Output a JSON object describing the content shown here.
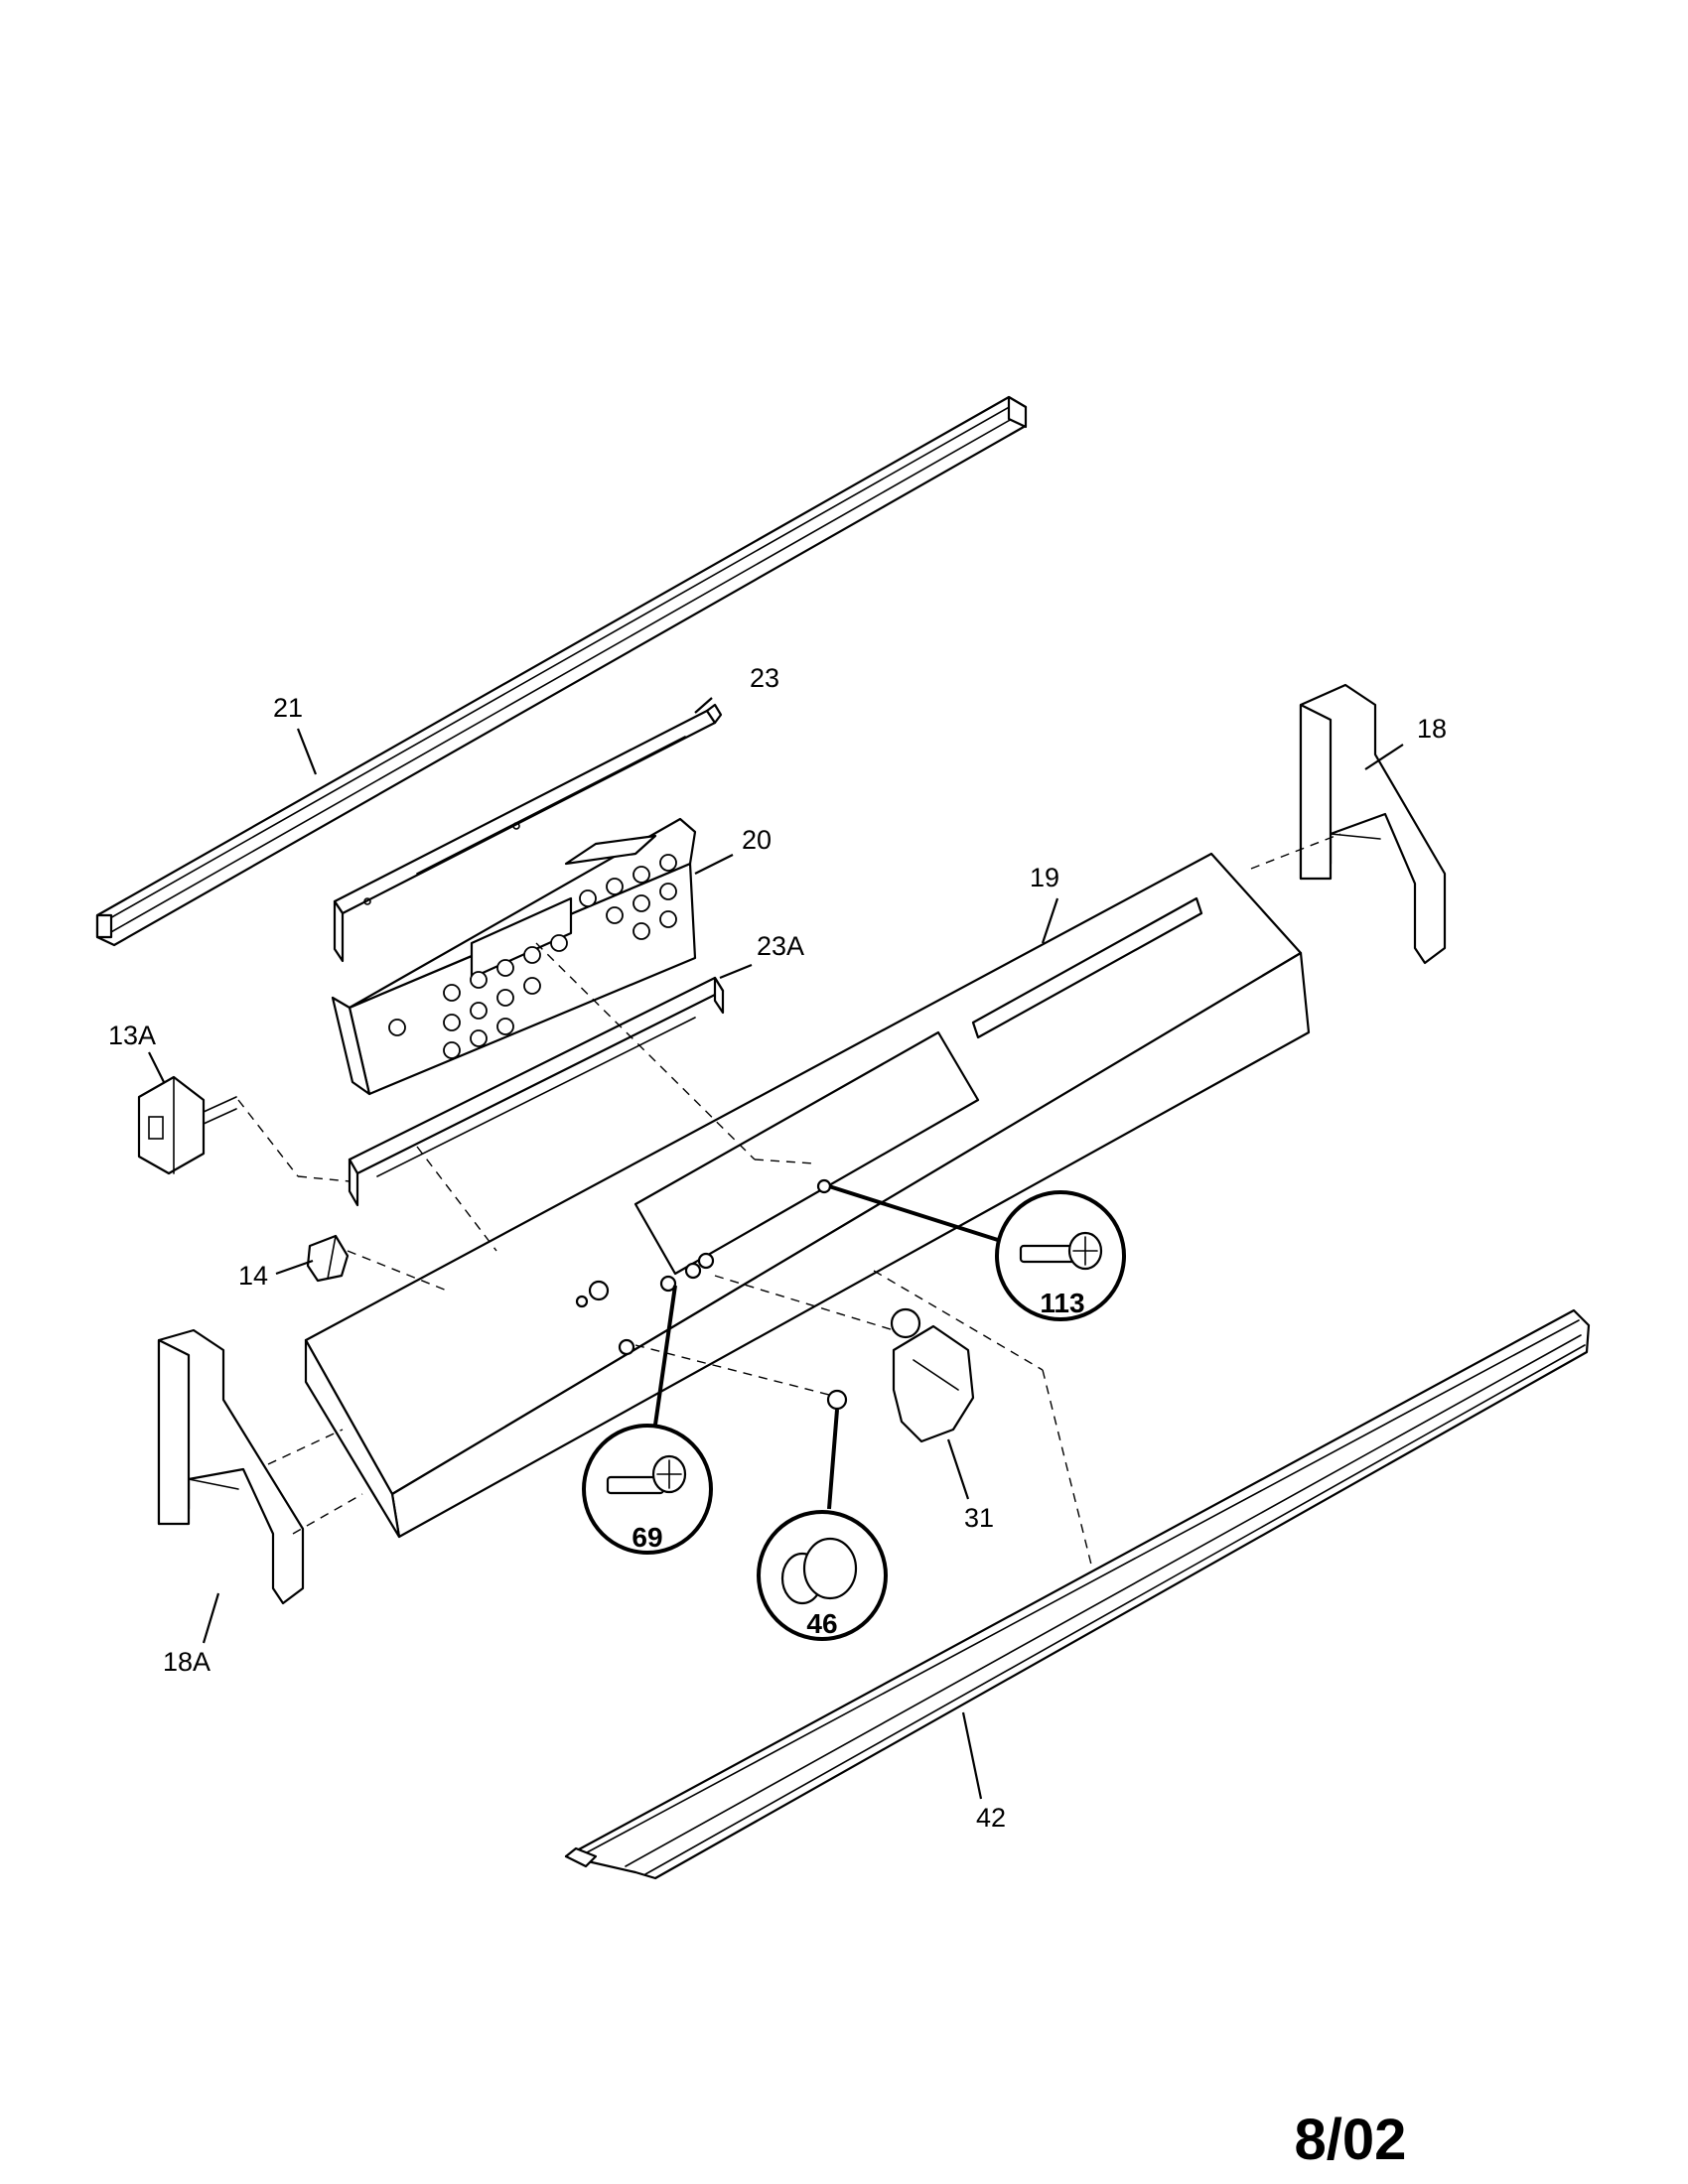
{
  "labels": {
    "p21": "21",
    "p23": "23",
    "p20": "20",
    "p23a": "23A",
    "p19": "19",
    "p18": "18",
    "p13a": "13A",
    "p14": "14",
    "p18a": "18A",
    "p113": "113",
    "p69": "69",
    "p46": "46",
    "p31": "31",
    "p42": "42"
  },
  "date_code": "8/02"
}
